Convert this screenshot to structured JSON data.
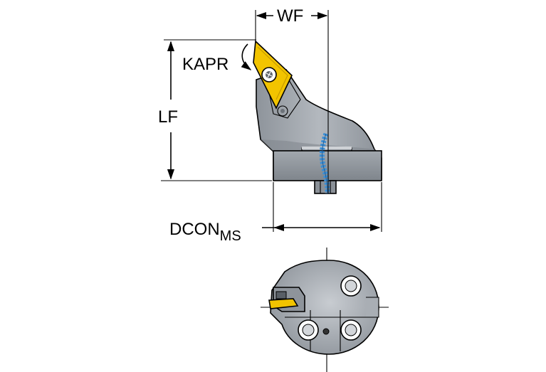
{
  "labels": {
    "wf": "WF",
    "kapr": "KAPR",
    "lf": "LF",
    "dcon": "DCON",
    "dcon_sub": "MS"
  },
  "colors": {
    "body_gray": "#9aa0a7",
    "body_light": "#c3c7cc",
    "body_dark": "#7b8189",
    "insert_yellow": "#f2c400",
    "coolant_blue": "#3b8fd6",
    "line_black": "#000000"
  },
  "icons": {
    "insert_screw": "torx-screw-icon",
    "bolt_holes": "bolt-hole-icon"
  }
}
